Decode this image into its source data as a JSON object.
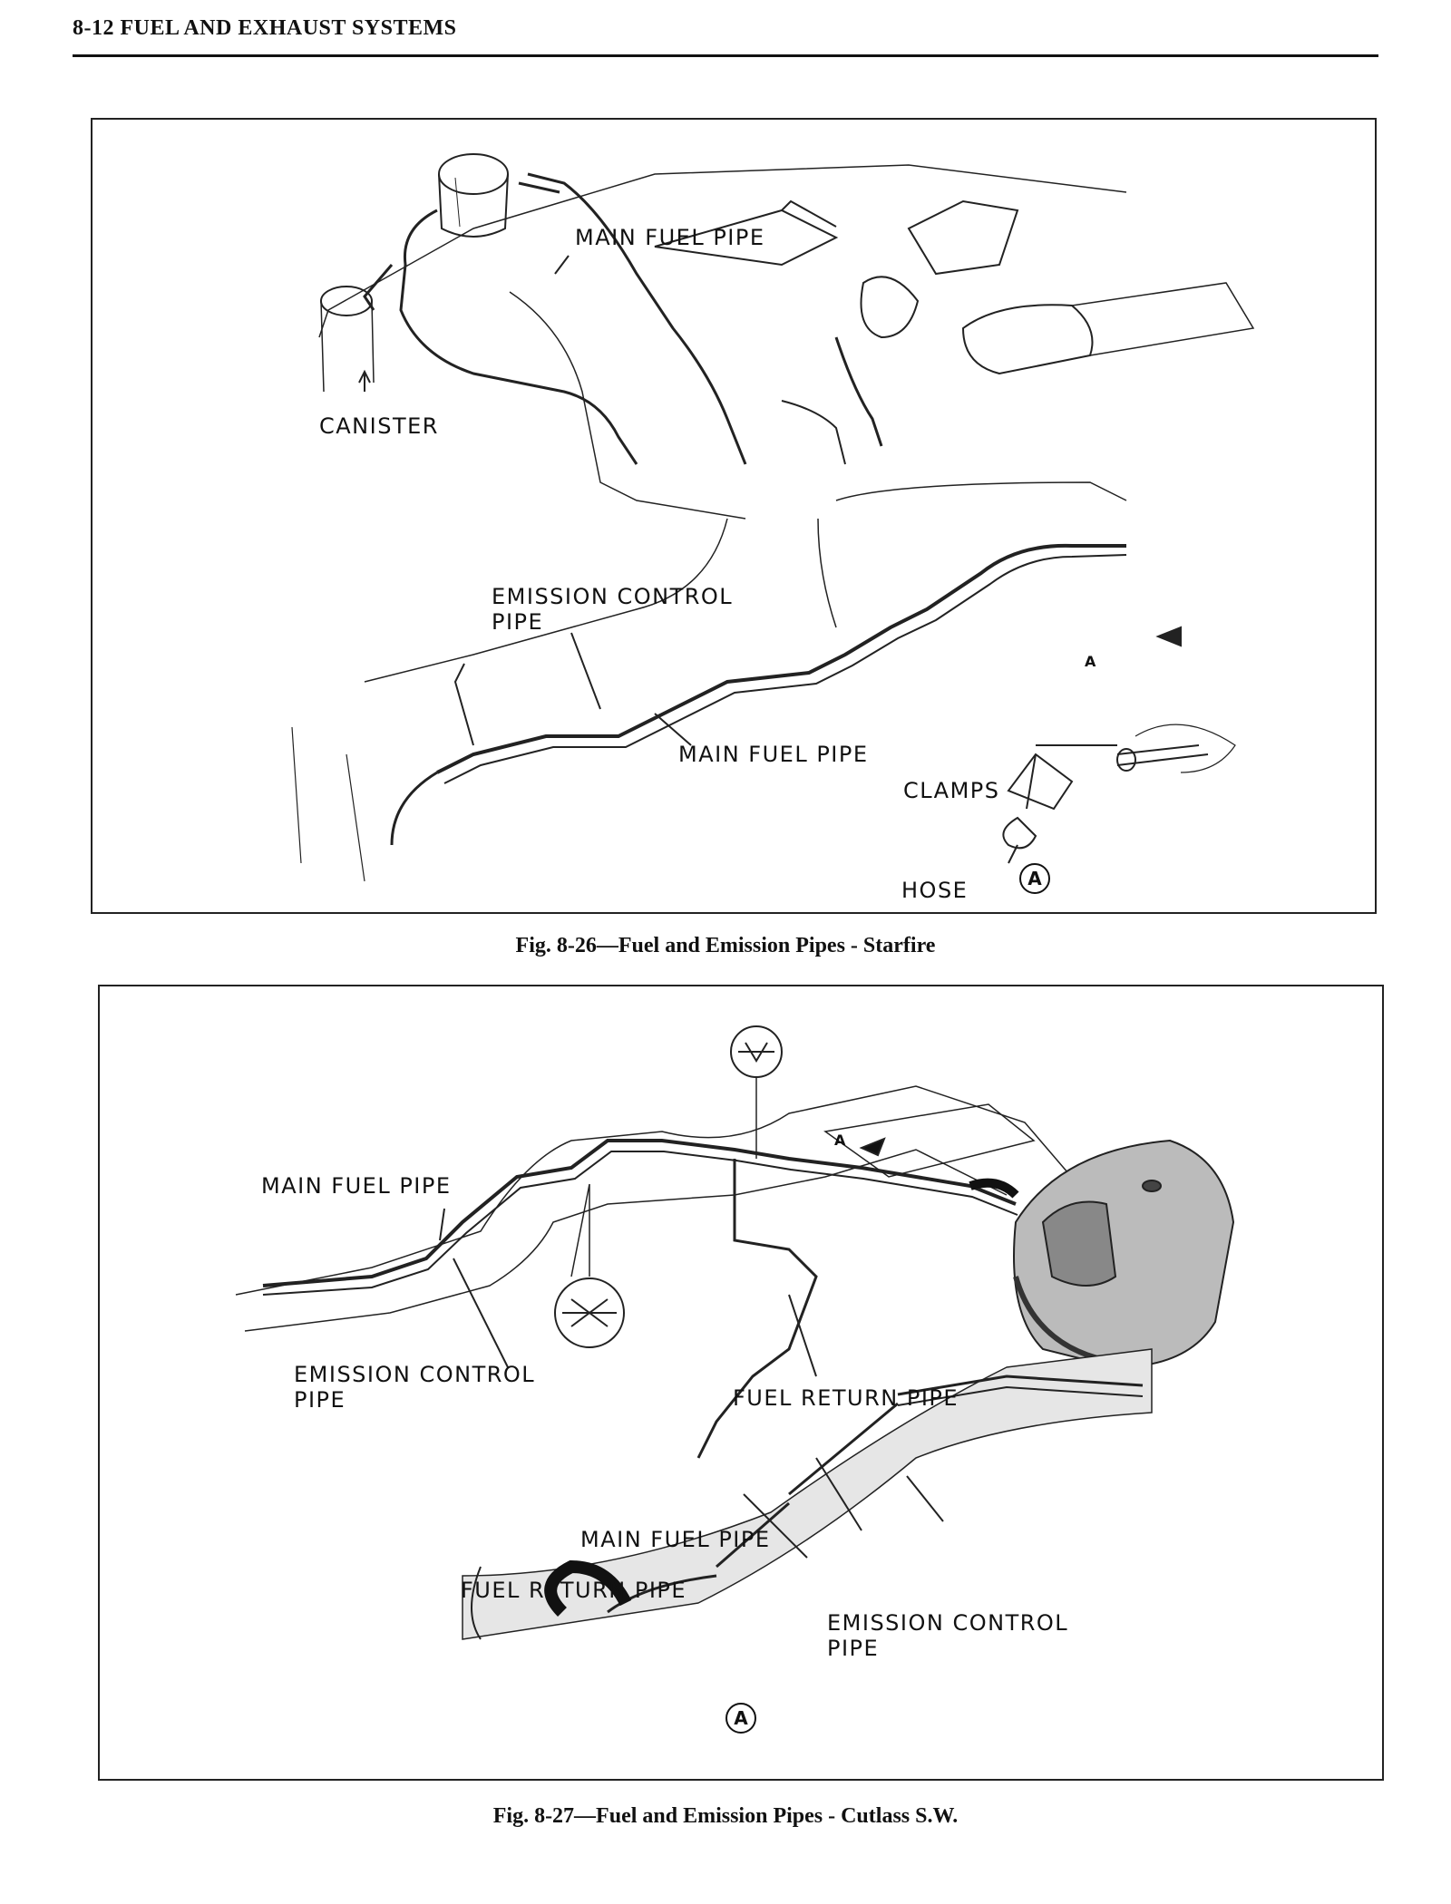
{
  "header": {
    "title": "8-12   FUEL AND EXHAUST SYSTEMS"
  },
  "figure1": {
    "caption": "Fig. 8-26—Fuel and Emission Pipes - Starfire",
    "labels": {
      "main_fuel_pipe_top": "MAIN FUEL PIPE",
      "canister": "CANISTER",
      "emission_control_line1": "EMISSION CONTROL",
      "emission_control_line2": "PIPE",
      "main_fuel_pipe_bottom": "MAIN FUEL PIPE",
      "clamps": "CLAMPS",
      "hose": "HOSE",
      "detail_marker": "A",
      "view_arrow": "A"
    }
  },
  "figure2": {
    "caption": "Fig. 8-27—Fuel and Emission Pipes - Cutlass S.W.",
    "labels": {
      "main_fuel_pipe": "MAIN FUEL PIPE",
      "emission_control_line1": "EMISSION CONTROL",
      "emission_control_line2": "PIPE",
      "fuel_return_pipe": "FUEL RETURN PIPE",
      "view_arrow": "A",
      "detail_main_fuel_pipe": "MAIN FUEL PIPE",
      "detail_fuel_return_pipe": "FUEL RETURN PIPE",
      "detail_emission_line1": "EMISSION CONTROL",
      "detail_emission_line2": "PIPE",
      "detail_marker": "A"
    }
  }
}
